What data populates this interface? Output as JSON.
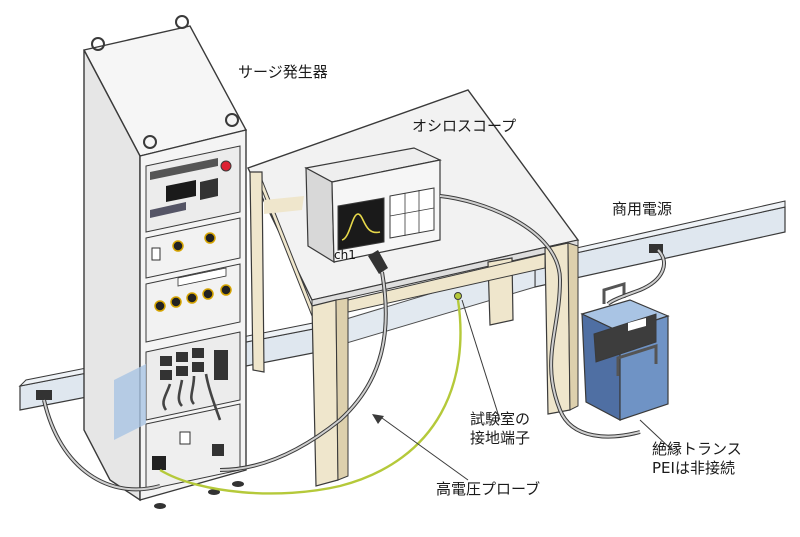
{
  "labels": {
    "surge_generator": "サージ発生器",
    "oscilloscope": "オシロスコープ",
    "power_source": "商用電源",
    "ground_terminal_line1": "試験室の",
    "ground_terminal_line2": "接地端子",
    "hv_probe": "高電圧プローブ",
    "isolation_line1": "絶縁トランス",
    "isolation_line2": "PEIは非接続",
    "channel": "ch1"
  },
  "colors": {
    "outline": "#3a3a3a",
    "rack_body": "#f4f4f4",
    "rack_side": "#e6e6e6",
    "table_top": "#f2f2f2",
    "table_leg": "#efe6cc",
    "wall_rail": "#dfe7ef",
    "transformer": "#6f93c5",
    "transformer_dark": "#4f6fa3",
    "ground_wire": "#b5c93a",
    "scope_screen": "#1a1a1a",
    "waveform": "#e6d84a",
    "light_blue_panel": "#a9c4e4"
  }
}
